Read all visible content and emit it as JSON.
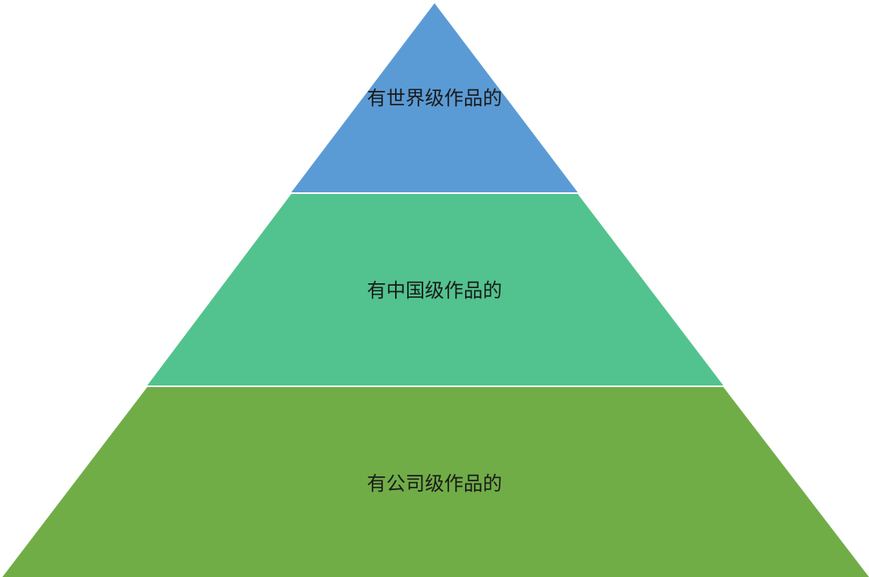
{
  "pyramid": {
    "tiers": [
      {
        "id": "top",
        "label": "有世界级作品的",
        "color": "#5b9bd5"
      },
      {
        "id": "middle",
        "label": "有中国级作品的",
        "color": "#52c38e"
      },
      {
        "id": "bottom",
        "label": "有公司级作品的",
        "color": "#70ad47"
      }
    ]
  }
}
